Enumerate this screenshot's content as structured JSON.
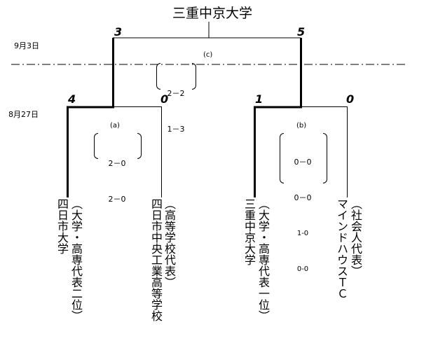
{
  "champion": "三重中京大学",
  "dates": {
    "final": "9月3日",
    "semifinal": "8月27日"
  },
  "final": {
    "label": "(c)",
    "left_score": "3",
    "right_score": "5",
    "results": [
      "2－2",
      "1－3"
    ]
  },
  "semifinals": [
    {
      "label": "(a)",
      "left_score": "4",
      "right_score": "0",
      "results": [
        "2－0",
        "2－0"
      ]
    },
    {
      "label": "(b)",
      "left_score": "1",
      "right_score": "0",
      "results": [
        "0－0",
        "0－0",
        "1-0",
        "0-0"
      ]
    }
  ],
  "teams": [
    {
      "name": "四日市大学",
      "qualification": "（大学・高専代表二位）"
    },
    {
      "name": "四日市中央工業高等学校",
      "qualification": "（高等学校代表）"
    },
    {
      "name": "三重中京大学",
      "qualification": "（大学・高専代表一位）"
    },
    {
      "name": "マインドハウスＴＣ",
      "qualification": "（社会人代表）"
    }
  ]
}
